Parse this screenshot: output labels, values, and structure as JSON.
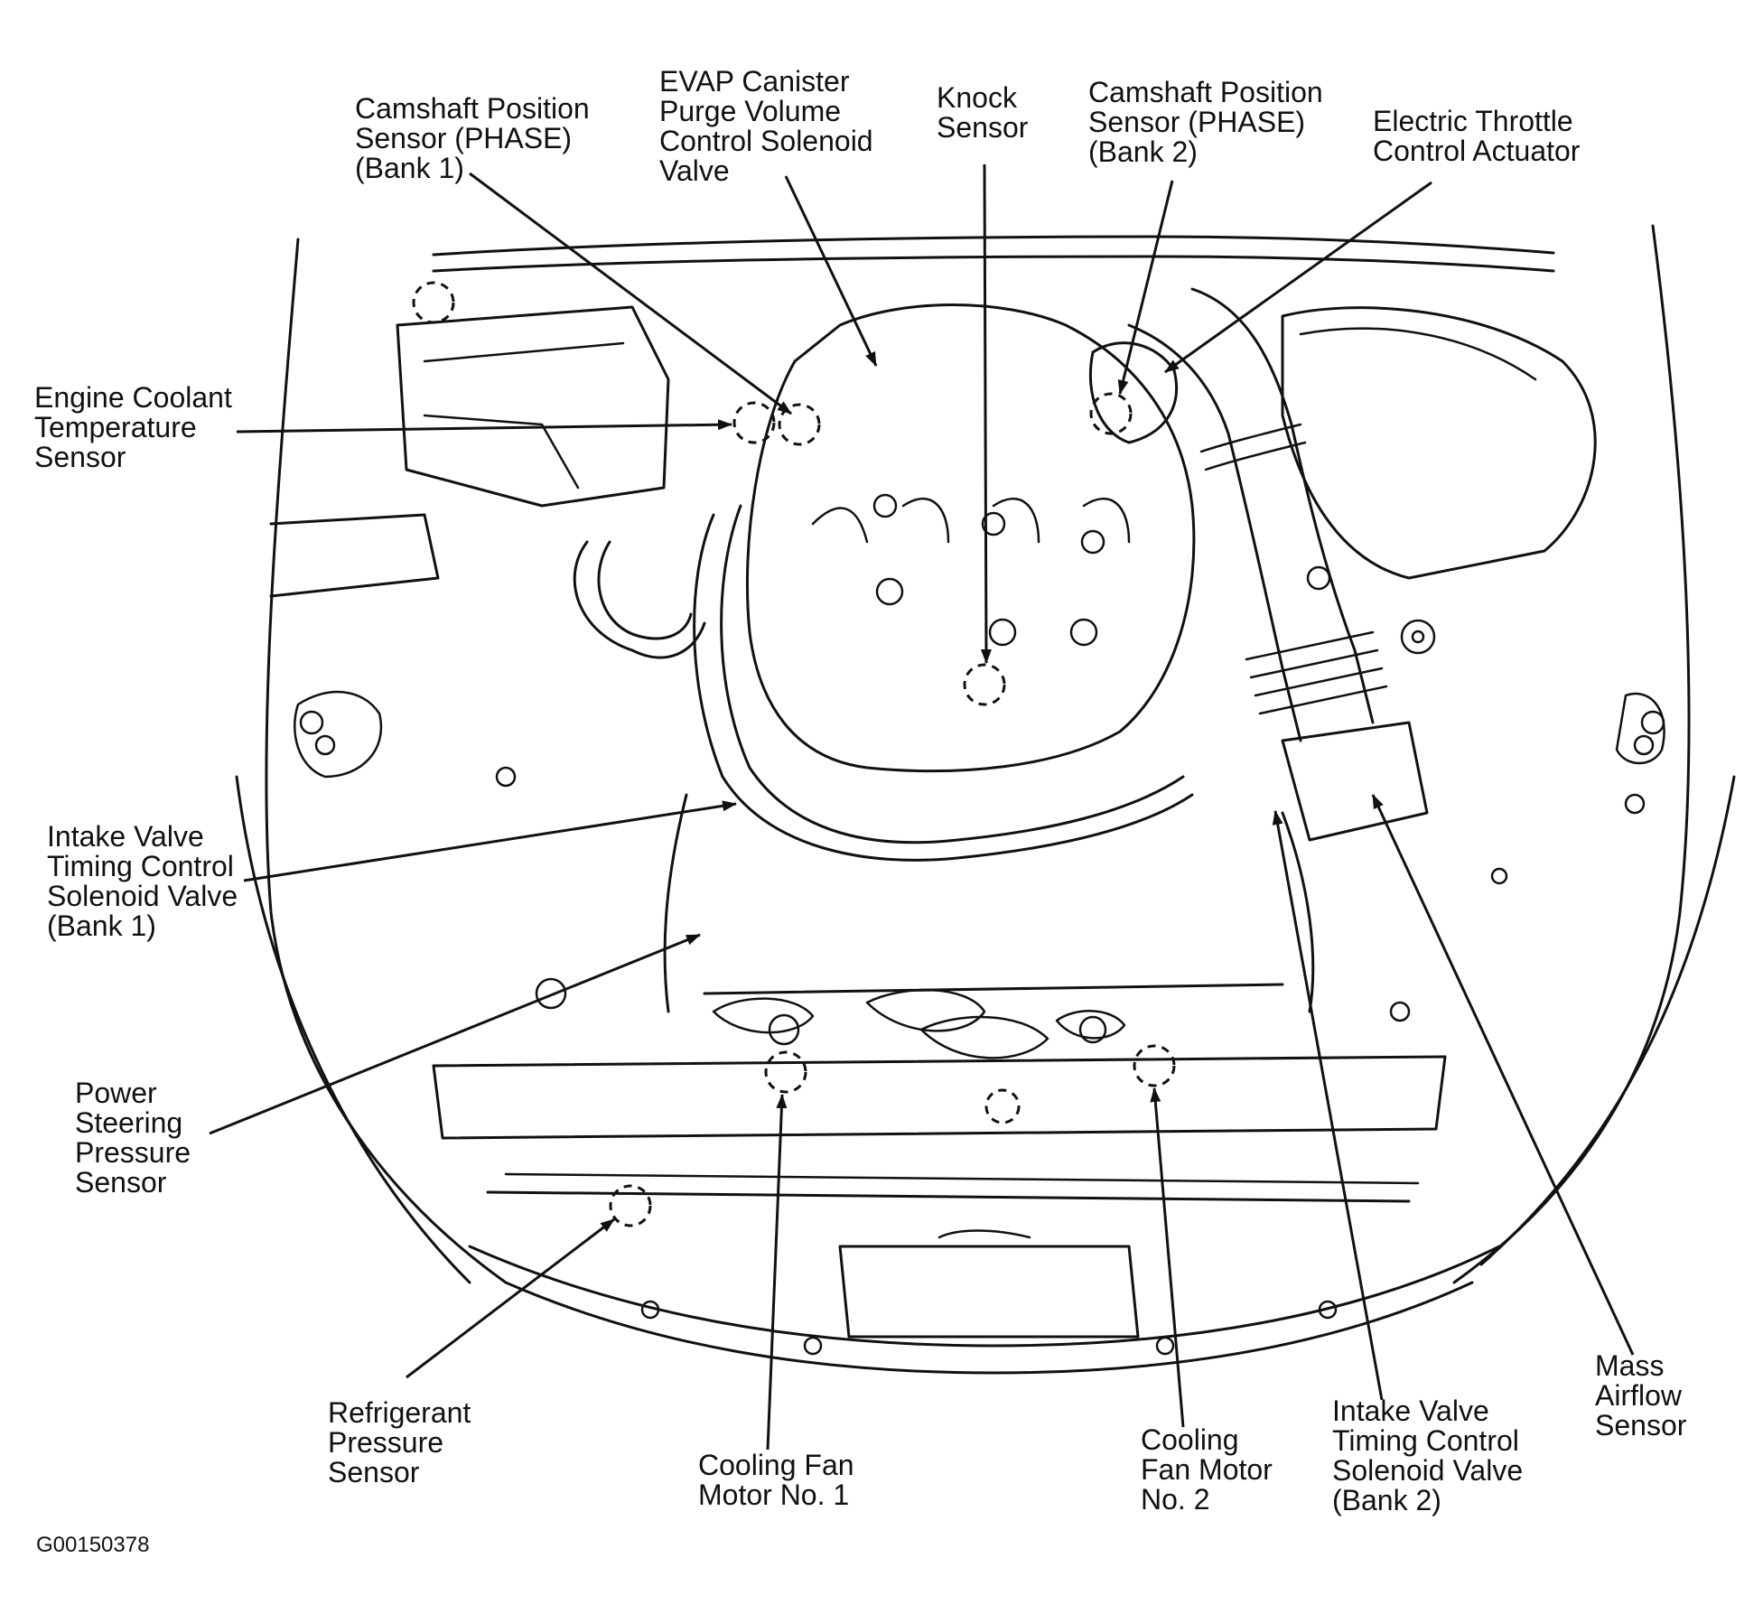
{
  "diagram": {
    "figure_id": "G00150378",
    "labels": [
      {
        "id": "cmp-bank1",
        "lines": [
          "Camshaft Position",
          "Sensor (PHASE)",
          "(Bank 1)"
        ]
      },
      {
        "id": "evap",
        "lines": [
          "EVAP Canister",
          "Purge Volume",
          "Control Solenoid",
          "Valve"
        ]
      },
      {
        "id": "knock",
        "lines": [
          "Knock",
          "Sensor"
        ]
      },
      {
        "id": "cmp-bank2",
        "lines": [
          "Camshaft Position",
          "Sensor (PHASE)",
          "(Bank 2)"
        ]
      },
      {
        "id": "etc",
        "lines": [
          "Electric Throttle",
          "Control Actuator"
        ]
      },
      {
        "id": "ect",
        "lines": [
          "Engine Coolant",
          "Temperature",
          "Sensor"
        ]
      },
      {
        "id": "ivt-bank1",
        "lines": [
          "Intake Valve",
          "Timing Control",
          "Solenoid Valve",
          "(Bank 1)"
        ]
      },
      {
        "id": "ps",
        "lines": [
          "Power",
          "Steering",
          "Pressure",
          "Sensor"
        ]
      },
      {
        "id": "refrig",
        "lines": [
          "Refrigerant",
          "Pressure",
          "Sensor"
        ]
      },
      {
        "id": "fan1",
        "lines": [
          "Cooling Fan",
          "Motor No. 1"
        ]
      },
      {
        "id": "fan2",
        "lines": [
          "Cooling",
          "Fan Motor",
          "No. 2"
        ]
      },
      {
        "id": "ivt-bank2",
        "lines": [
          "Intake Valve",
          "Timing Control",
          "Solenoid Valve",
          "(Bank 2)"
        ]
      },
      {
        "id": "maf",
        "lines": [
          "Mass",
          "Airflow",
          "Sensor"
        ]
      }
    ]
  }
}
